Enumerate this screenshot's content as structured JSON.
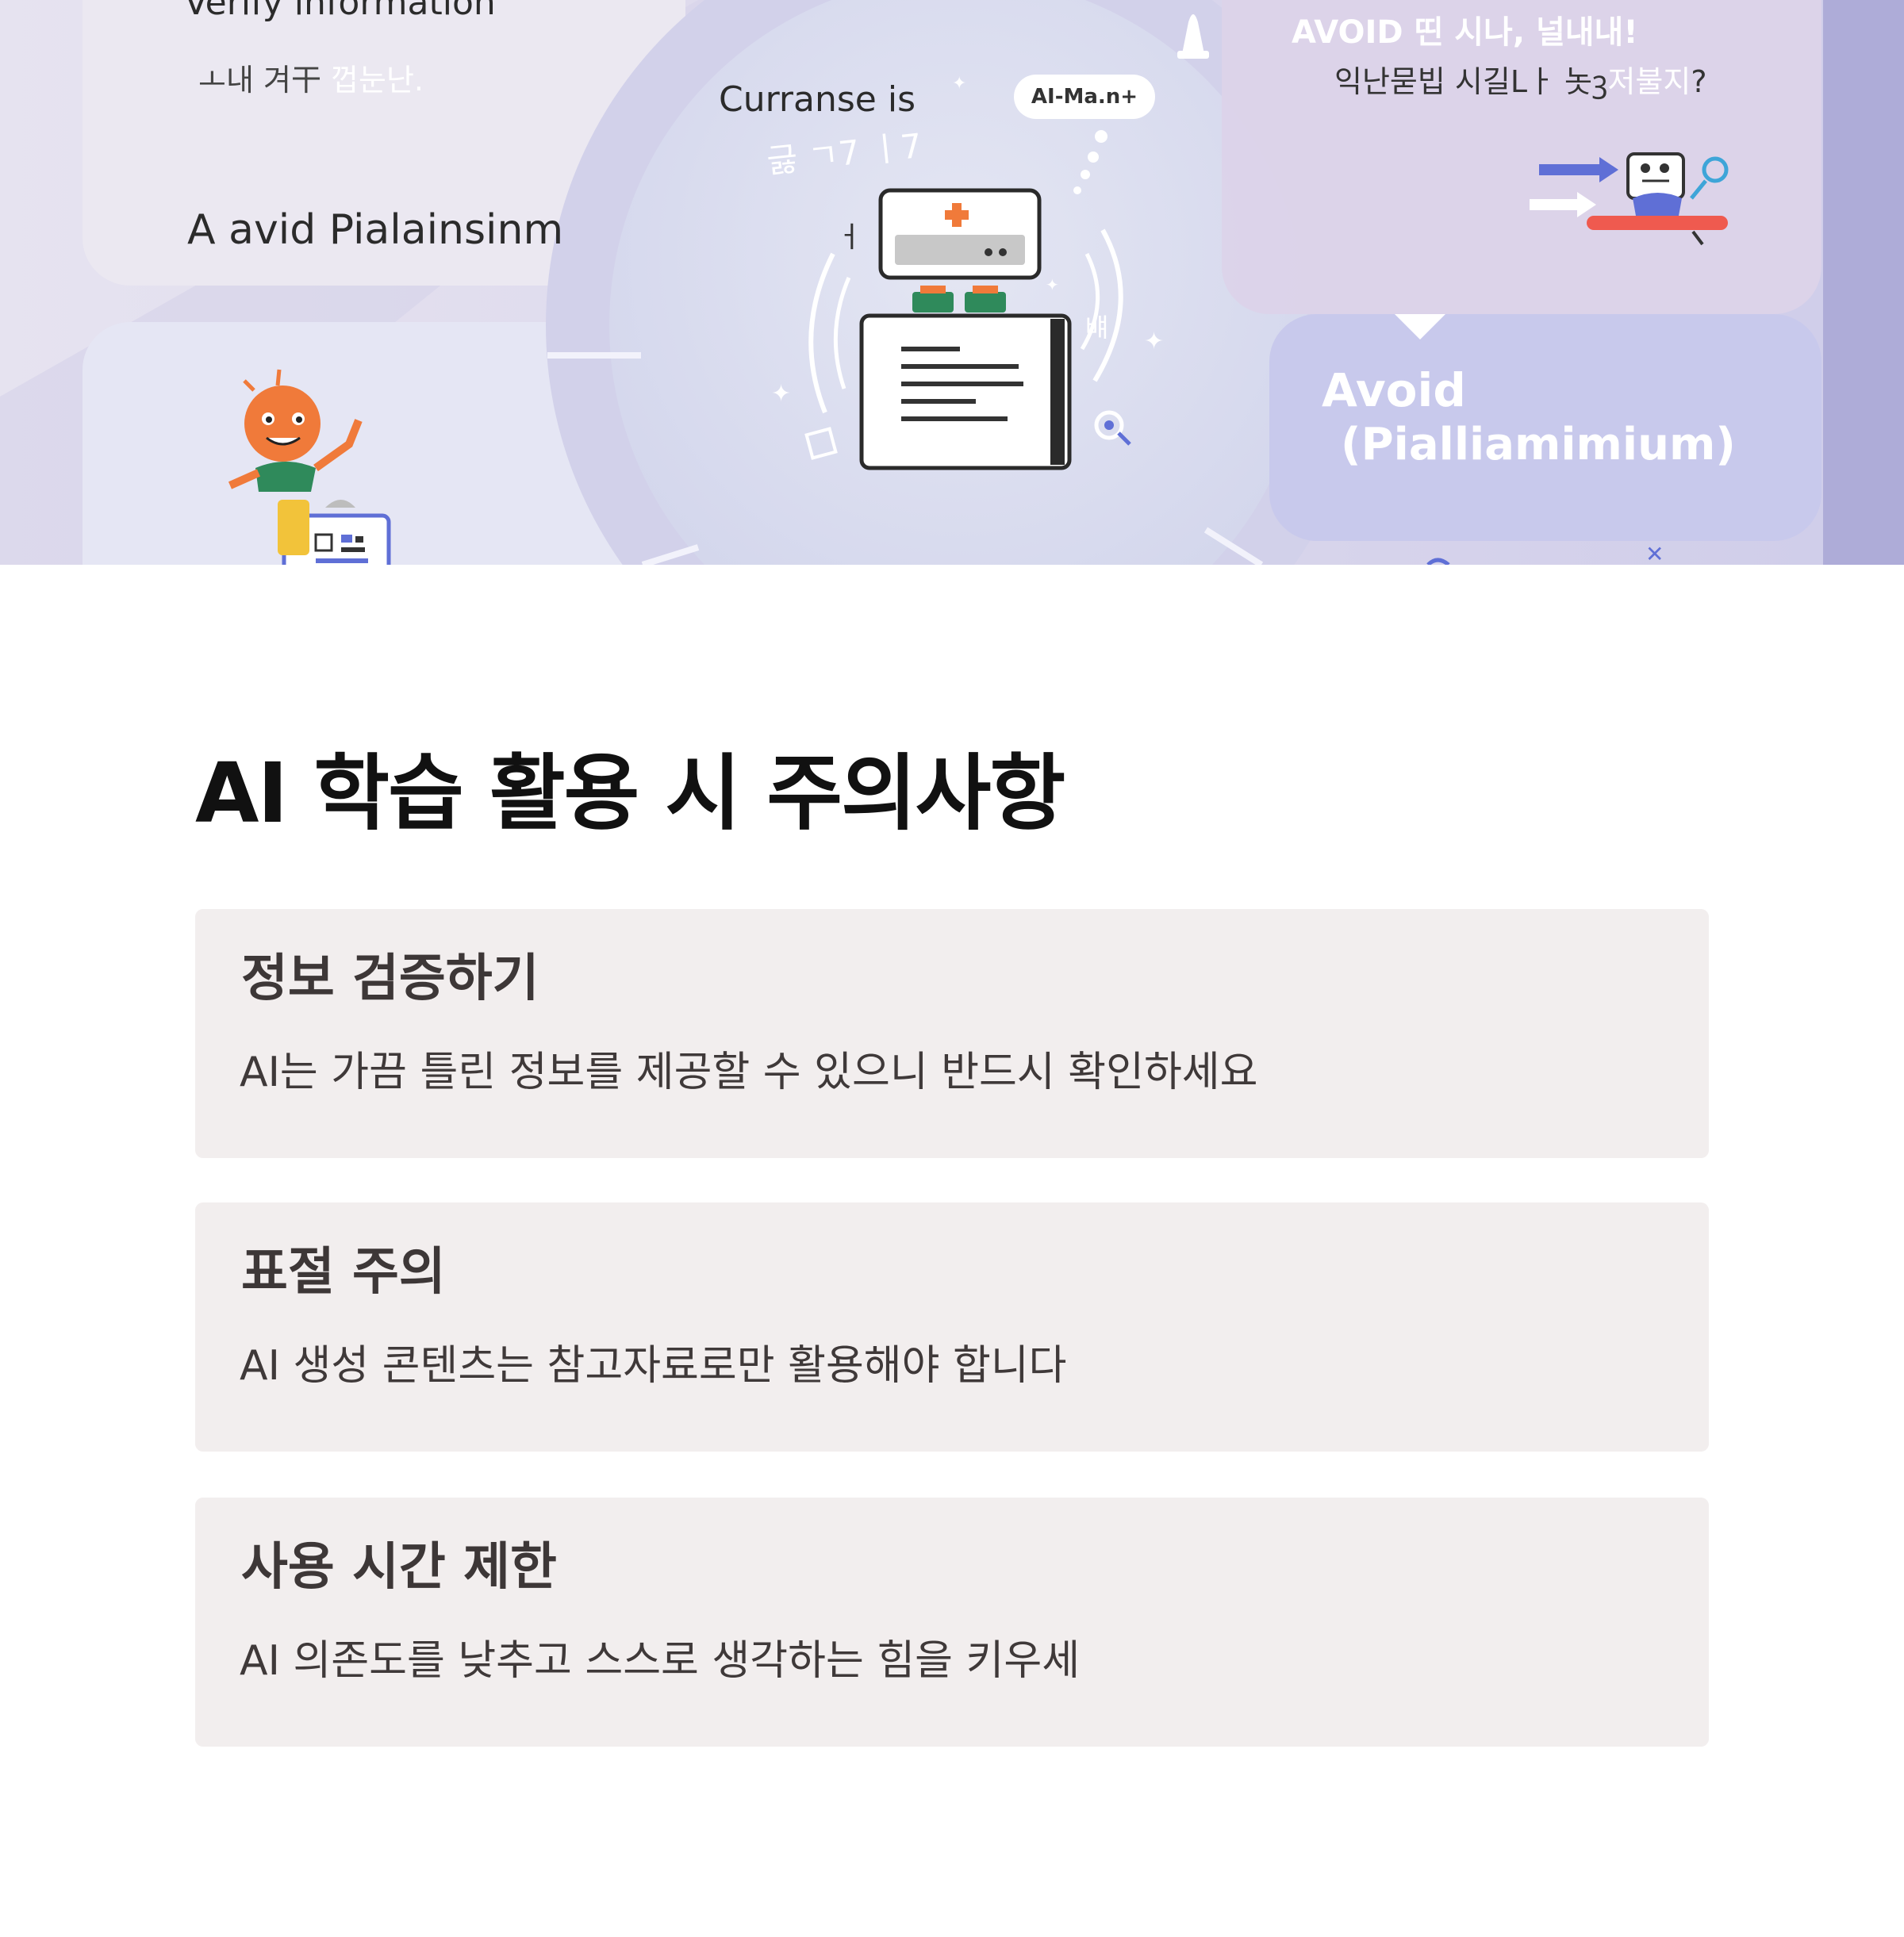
{
  "hero": {
    "texts": {
      "top_left_heading": "Verify information",
      "top_left_korean_a": "ㅗ내 겨干 ",
      "top_left_korean_b": "껍눈난.",
      "avid_label": "A avid Pialainsinm",
      "center_heading": "Curranse is",
      "center_scribble": "긇 ㄱ7 ㅣ7",
      "center_glyph_left": "ㅓ",
      "center_glyph_right": "뱨",
      "ai_badge": "AI-Ma.n+",
      "top_right_heading": "AVOID 띤 시나, 널내내!",
      "top_right_korean_a": "익난묻빕 시길Lㅏ 놋ꝫ",
      "top_right_korean_b": "저불지",
      "top_right_korean_c": "?",
      "avoid_title": "Avoid",
      "avoid_subtitle": "(Pialliamimium)"
    },
    "icons": [
      "robot-computer-icon",
      "document-icon",
      "student-character-icon",
      "clipboard-icon",
      "robot-conveyor-icon",
      "rocket-icon"
    ],
    "colors": {
      "lavender": "#ddd6ec",
      "periwinkle": "#c5c9ec",
      "accent_orange": "#f07a3a",
      "accent_blue": "#5f6fd6",
      "accent_red": "#ef5a4f"
    }
  },
  "content": {
    "title": "AI 학습 활용 시 주의사항",
    "cards": [
      {
        "title": "정보 검증하기",
        "description": "AI는 가끔 틀린 정보를 제공할 수 있으니 반드시 확인하세요"
      },
      {
        "title": "표절 주의",
        "description": "AI 생성 콘텐츠는 참고자료로만 활용해야 합니다"
      },
      {
        "title": "사용 시간 제한",
        "description": "AI 의존도를 낮추고 스스로 생각하는 힘을 키우세"
      }
    ],
    "colors": {
      "card_background": "#f2eeee",
      "title_text": "#111111",
      "card_text": "#3d3737"
    }
  }
}
